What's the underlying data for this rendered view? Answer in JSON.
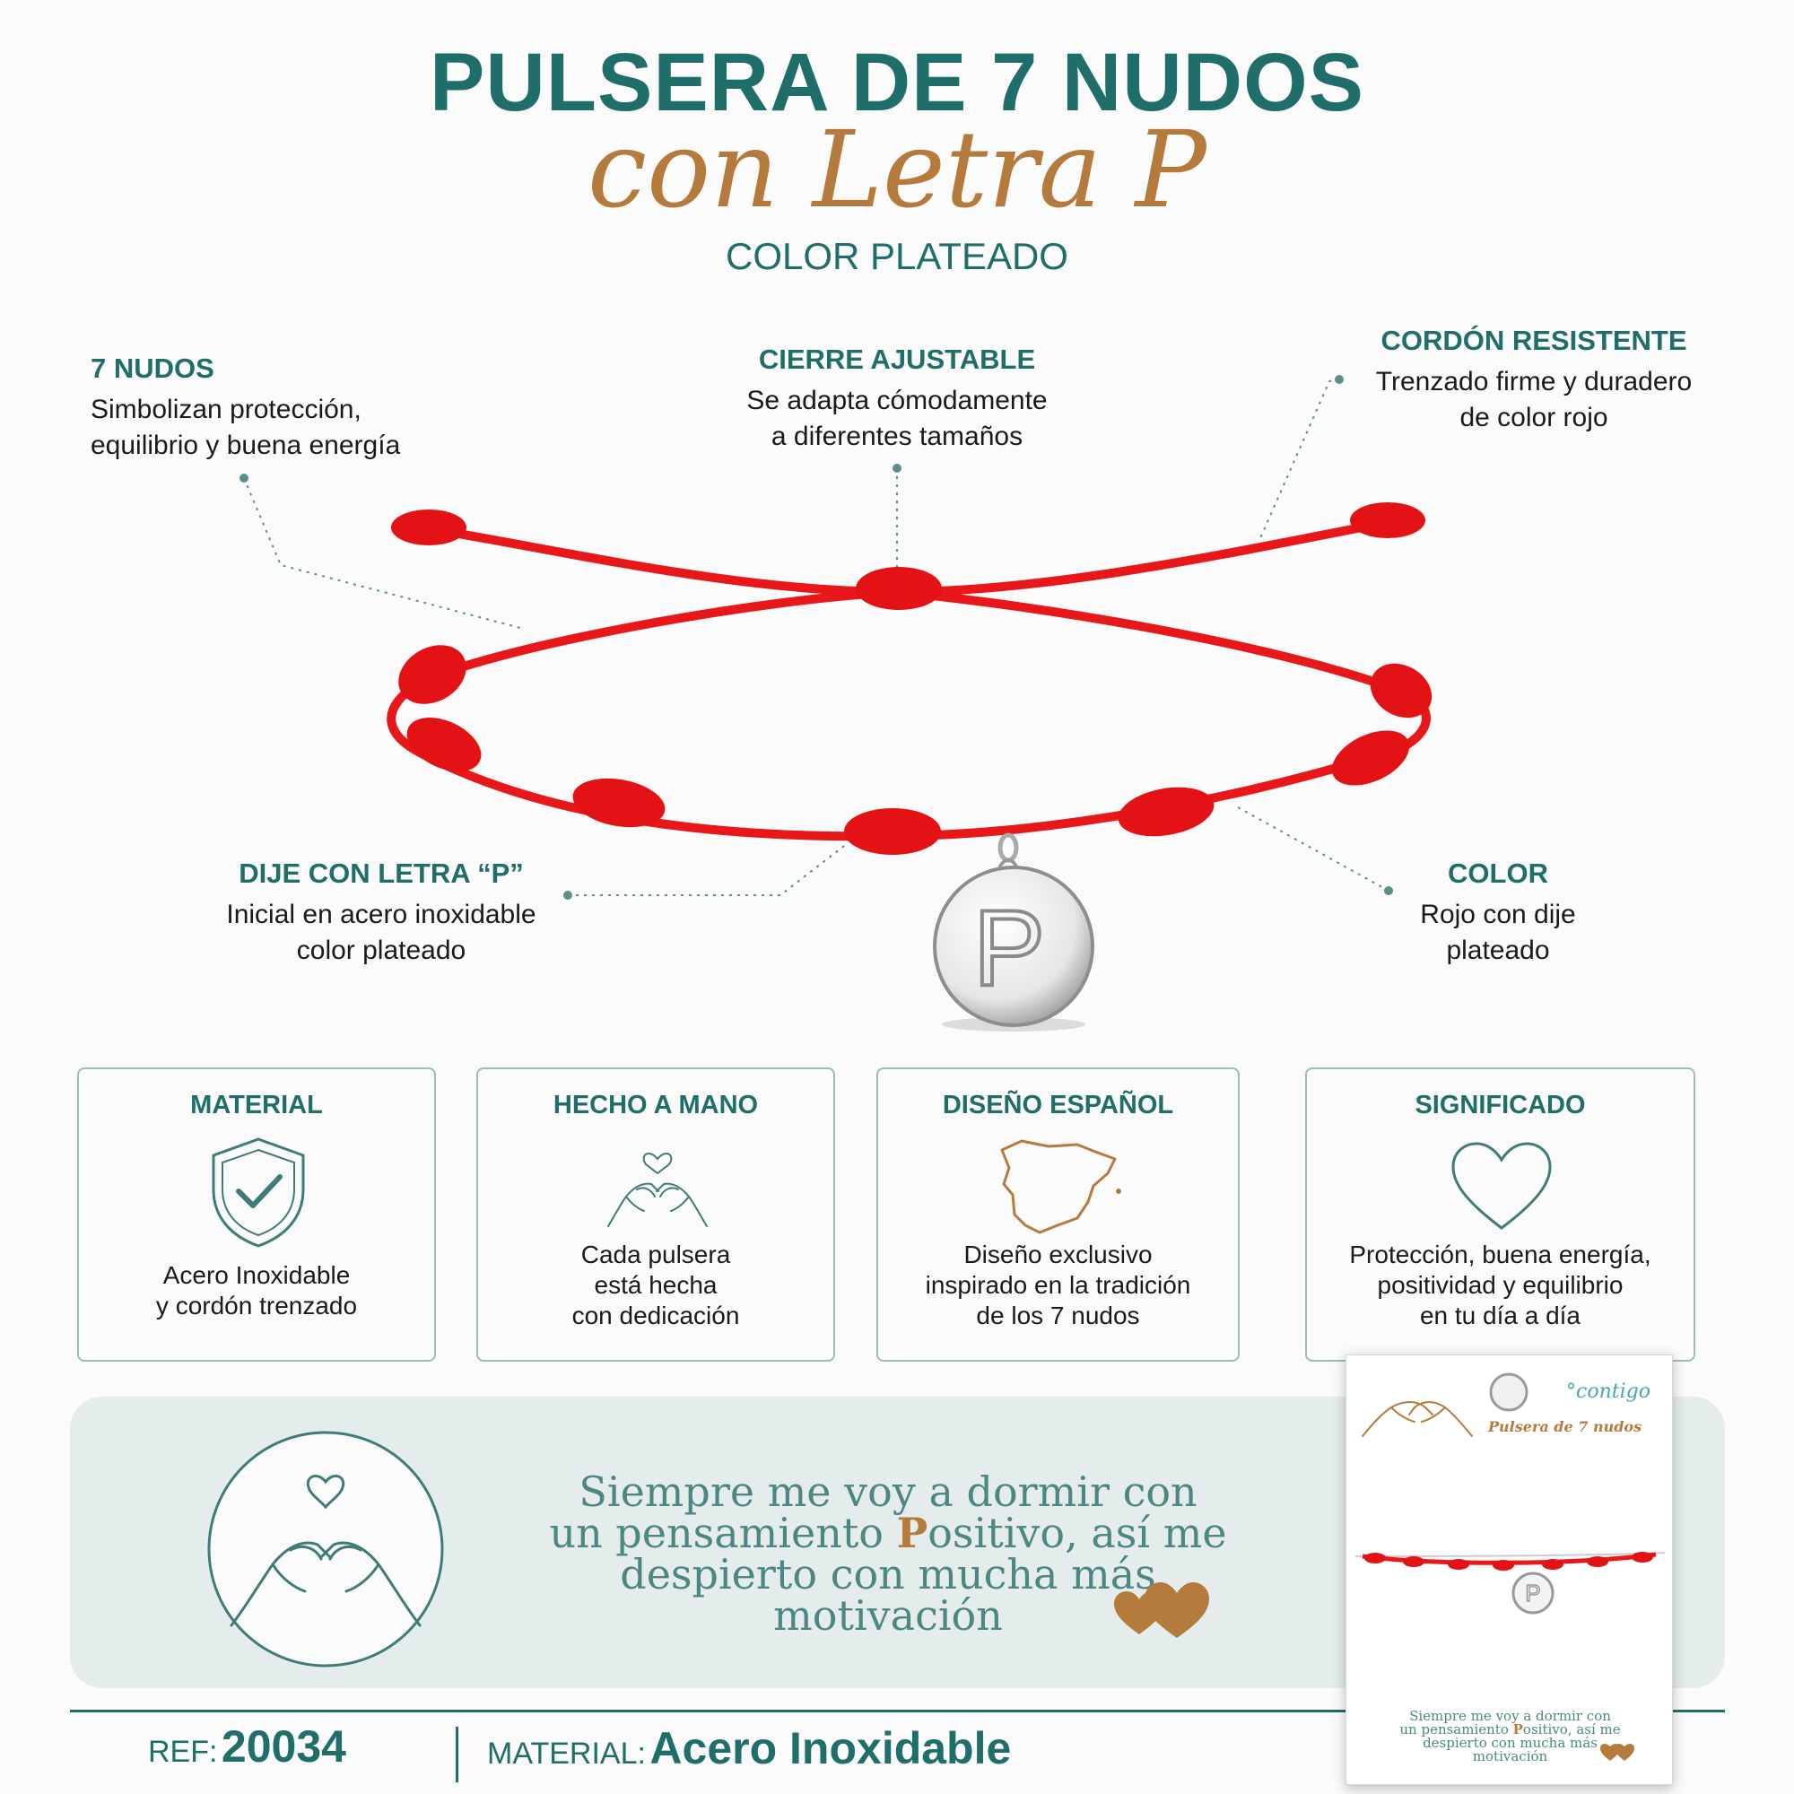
{
  "header": {
    "title": "PULSERA DE 7 NUDOS",
    "subtitle_script": "con Letra P",
    "color_line": "COLOR PLATEADO"
  },
  "callouts": {
    "knots": {
      "title": "7 NUDOS",
      "line1": "Simbolizan protección,",
      "line2": "equilibrio y buena energía"
    },
    "clasp": {
      "title": "CIERRE AJUSTABLE",
      "line1": "Se adapta cómodamente",
      "line2": "a diferentes tamaños"
    },
    "cord": {
      "title": "CORDÓN RESISTENTE",
      "line1": "Trenzado firme y duradero",
      "line2": "de color rojo"
    },
    "charm": {
      "title": "DIJE CON LETRA “P”",
      "line1": "Inicial en acero inoxidable",
      "line2": "color plateado"
    },
    "color": {
      "title": "COLOR",
      "line1": "Rojo con dije",
      "line2": "plateado"
    }
  },
  "charm_letter": "P",
  "features": [
    {
      "title": "MATERIAL",
      "line1": "Acero Inoxidable",
      "line2": "y cordón trenzado",
      "icon": "shield-check-icon"
    },
    {
      "title": "HECHO A MANO",
      "line1": "Cada pulsera",
      "line2": "está hecha",
      "line3": "con dedicación",
      "icon": "pinky-promise-hands-icon"
    },
    {
      "title": "DISEÑO ESPAÑOL",
      "line1": "Diseño exclusivo",
      "line2": "inspirado en la tradición",
      "line3": "de los 7 nudos",
      "icon": "spain-map-icon"
    },
    {
      "title": "SIGNIFICADO",
      "line1": "Protección, buena energía,",
      "line2": "positividad y equilibrio",
      "line3": "en tu día a día",
      "icon": "heart-icon"
    }
  ],
  "quote": {
    "line1": "Siempre me voy a dormir con",
    "line2_pre": "un pensamiento ",
    "line2_hl": "P",
    "line2_post": "ositivo, así me",
    "line3": "despierto con mucha más",
    "line4": "motivación"
  },
  "footer": {
    "ref_label": "REF:",
    "ref_value": "20034",
    "material_label": "MATERIAL:",
    "material_value": "Acero Inoxidable"
  },
  "card": {
    "brand": "°contigo",
    "title": "Pulsera de 7 nudos",
    "charm_letter": "P",
    "quote_line1": "Siempre me voy a dormir con",
    "quote_line2_pre": "un pensamiento ",
    "quote_line2_hl": "P",
    "quote_line2_post": "ositivo, así me",
    "quote_line3": "despierto con mucha más",
    "quote_line4": "motivación"
  },
  "colors": {
    "teal": "#1f6e69",
    "copper": "#b57b3d",
    "cord_red": "#e8171a",
    "banner_bg": "#e4ecec"
  }
}
